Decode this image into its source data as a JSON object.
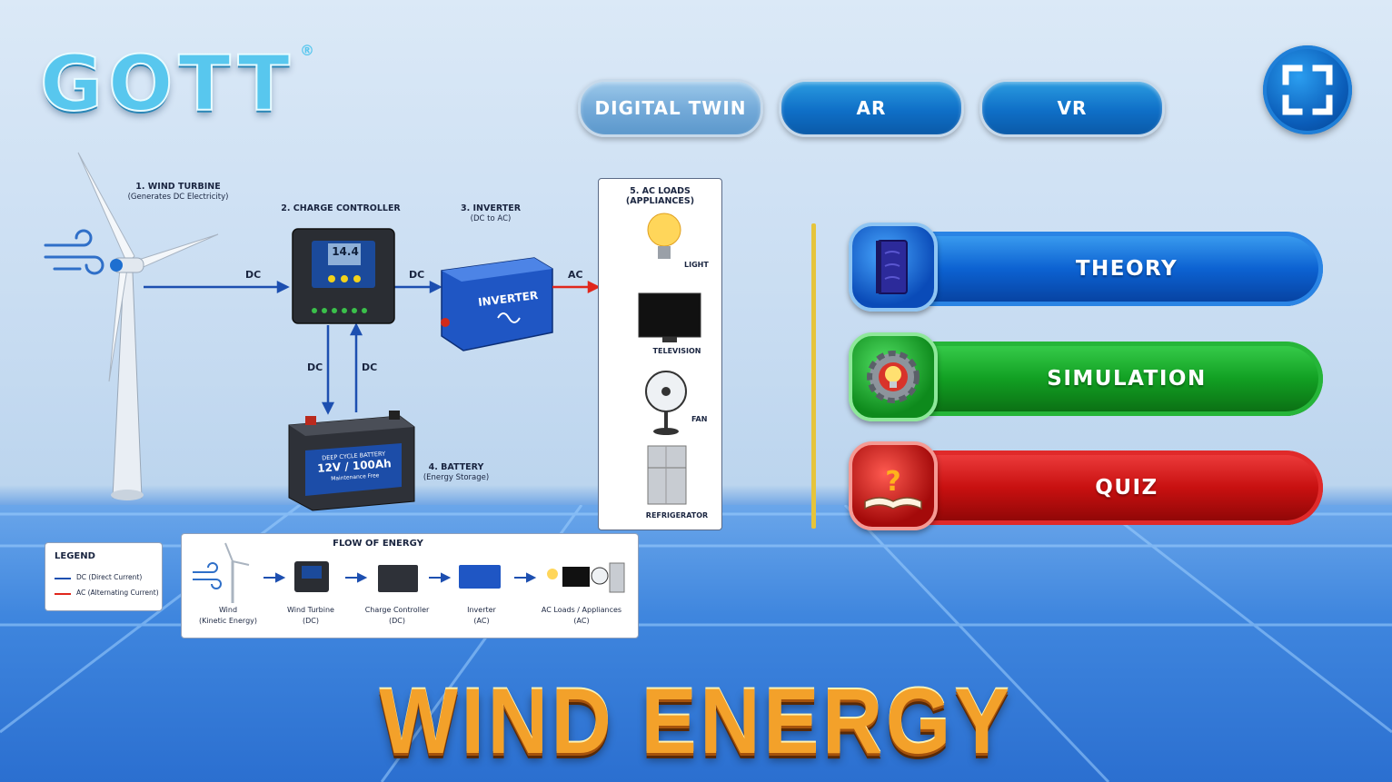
{
  "brand": {
    "logo_text": "GOTT",
    "registered_mark": "®"
  },
  "top_nav": {
    "digital_twin": "DIGITAL TWIN",
    "ar": "AR",
    "vr": "VR"
  },
  "menu": {
    "theory": "THEORY",
    "simulation": "SIMULATION",
    "quiz": "QUIZ"
  },
  "diagram": {
    "turbine": {
      "title": "1. WIND TURBINE",
      "sub": "(Generates DC Electricity)"
    },
    "controller": {
      "title": "2. CHARGE CONTROLLER",
      "display": "14.4"
    },
    "inverter": {
      "title": "3. INVERTER",
      "sub": "(DC to AC)",
      "device_label": "INVERTER"
    },
    "battery": {
      "title": "4. BATTERY",
      "sub": "(Energy Storage)",
      "line1": "DEEP CYCLE BATTERY",
      "line2": "12V / 100Ah",
      "line3": "Maintenance Free"
    },
    "loads": {
      "title": "5. AC LOADS (APPLIANCES)",
      "light": "LIGHT",
      "television": "TELEVISION",
      "fan": "FAN",
      "refrigerator": "REFRIGERATOR"
    },
    "flows": {
      "dc1": "DC",
      "dc2": "DC",
      "ac": "AC",
      "dc_down": "DC",
      "dc_up": "DC"
    }
  },
  "legend": {
    "title": "LEGEND",
    "dc": "DC (Direct Current)",
    "ac": "AC (Alternating Current)"
  },
  "flow_of_energy": {
    "title": "FLOW OF ENERGY",
    "steps": [
      {
        "name": "Wind",
        "sub": "(Kinetic Energy)"
      },
      {
        "name": "Wind Turbine",
        "sub": "(DC)"
      },
      {
        "name": "Charge Controller",
        "sub": "(DC)"
      },
      {
        "name": "Inverter",
        "sub": "(AC)"
      },
      {
        "name": "AC Loads / Appliances",
        "sub": "(AC)"
      }
    ]
  },
  "page_title": "WIND ENERGY",
  "colors": {
    "dc_line": "#1d4fb0",
    "ac_line": "#e0271c",
    "accent_gold": "#f3a12a",
    "divider": "#e6c43b"
  }
}
